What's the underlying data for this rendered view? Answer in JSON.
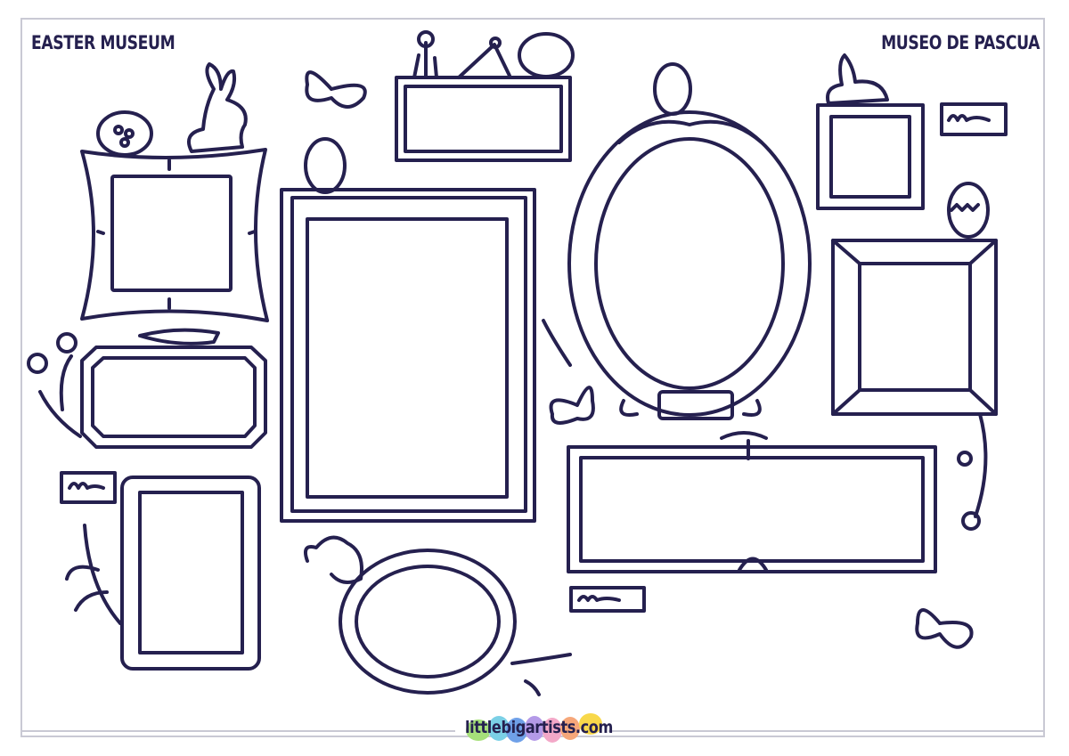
{
  "page": {
    "title_left": "EASTER MUSEUM",
    "title_right": "MUSEO DE PASCUA",
    "brand": "littlebigartists.com"
  },
  "colors": {
    "ink": "#25204f",
    "border": "#c9c9d4",
    "background": "#ffffff"
  },
  "elements": [
    {
      "type": "frame",
      "shape": "curved-square",
      "decorations": [
        "easter-egg",
        "bunny"
      ]
    },
    {
      "type": "frame",
      "shape": "rectangle",
      "decorations": [
        "flower",
        "pin",
        "easter-egg"
      ]
    },
    {
      "type": "frame",
      "shape": "tall-rectangle",
      "decorations": [
        "easter-egg"
      ]
    },
    {
      "type": "frame",
      "shape": "ornate-oval",
      "decorations": [
        "chick"
      ]
    },
    {
      "type": "frame",
      "shape": "square",
      "decorations": [
        "bunny"
      ]
    },
    {
      "type": "frame",
      "shape": "wood-square",
      "decorations": [
        "easter-egg"
      ]
    },
    {
      "type": "frame",
      "shape": "octagon-rectangle",
      "decorations": [
        "carrot",
        "flowers"
      ]
    },
    {
      "type": "frame",
      "shape": "rounded-rectangle",
      "decorations": [
        "leaves"
      ]
    },
    {
      "type": "frame",
      "shape": "oval",
      "decorations": [
        "bunny",
        "branch"
      ]
    },
    {
      "type": "frame",
      "shape": "wide-rectangle",
      "decorations": [
        "bow"
      ]
    },
    {
      "type": "label-plaque",
      "count": 3
    },
    {
      "type": "butterfly",
      "count": 3
    }
  ]
}
